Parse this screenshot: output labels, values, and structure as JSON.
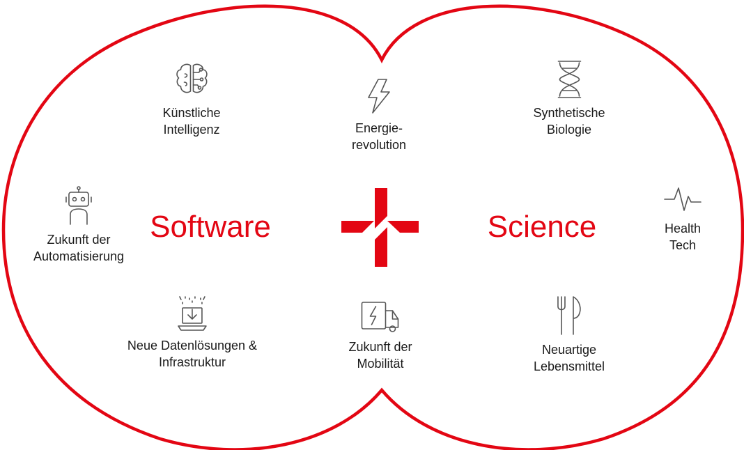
{
  "accent_color": "#e30613",
  "icon_color": "#555555",
  "text_color": "#1a1a1a",
  "circles": {
    "left_word": "Software",
    "right_word": "Science"
  },
  "center_logo": "red-cross-logo",
  "topics": {
    "ki": {
      "line1": "Künstliche",
      "line2": "Intelligenz",
      "icon": "brain-icon"
    },
    "energy": {
      "line1": "Energie-",
      "line2": "revolution",
      "icon": "lightning-icon"
    },
    "biology": {
      "line1": "Synthetische",
      "line2": "Biologie",
      "icon": "dna-icon"
    },
    "automation": {
      "line1": "Zukunft der",
      "line2": "Automatisierung",
      "icon": "robot-icon"
    },
    "health": {
      "line1": "Health",
      "line2": "Tech",
      "icon": "pulse-icon"
    },
    "data": {
      "line1": "Neue Datenlösungen &",
      "line2": "Infrastruktur",
      "icon": "data-download-icon"
    },
    "mobility": {
      "line1": "Zukunft der",
      "line2": "Mobilität",
      "icon": "electric-truck-icon"
    },
    "food": {
      "line1": "Neuartige",
      "line2": "Lebensmittel",
      "icon": "fork-knife-icon"
    }
  }
}
